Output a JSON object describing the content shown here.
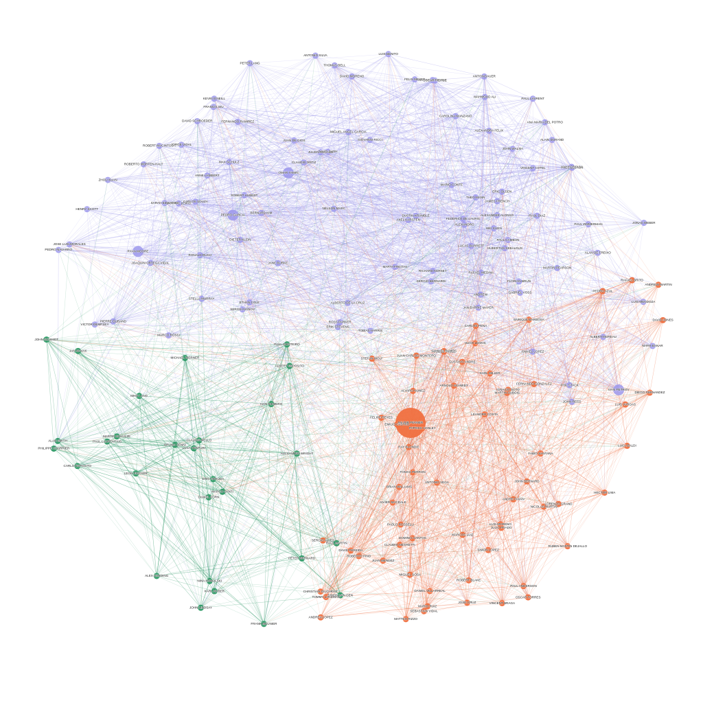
{
  "graph": {
    "colors": {
      "purple": "#9c98ec",
      "orange": "#f07040",
      "green": "#2e9a66",
      "background": "#ffffff"
    },
    "nodes": [
      {
        "label": "FEDERICO DE LAURIS",
        "group": "purple",
        "weight": 1
      },
      {
        "label": "PAUL LAVRENT",
        "group": "purple",
        "weight": 1
      },
      {
        "label": "VINCENT COTEL",
        "group": "purple",
        "weight": 1
      },
      {
        "label": "ZHOU XUAN",
        "group": "purple",
        "weight": 1
      },
      {
        "label": "ANA MOSCUNI",
        "group": "purple",
        "weight": 1
      },
      {
        "label": "HUBERTUS SEBALDUS",
        "group": "purple",
        "weight": 1
      },
      {
        "label": "ANDREW",
        "group": "purple",
        "weight": 1
      },
      {
        "label": "DUSTIN KRAMBLE",
        "group": "purple",
        "weight": 1
      },
      {
        "label": "ROBERTO MORTEN-HALT",
        "group": "purple",
        "weight": 1
      },
      {
        "label": "LUIS MENDOZA",
        "group": "purple",
        "weight": 1
      },
      {
        "label": "JOAQUIN ORTEGA VIDAL",
        "group": "purple",
        "weight": 1
      },
      {
        "label": "PAUL CAMBON",
        "group": "purple",
        "weight": 1
      },
      {
        "label": "ROBERT HUBERT",
        "group": "purple",
        "weight": 1
      },
      {
        "label": "MARK BANAR",
        "group": "purple",
        "weight": 1
      },
      {
        "label": "DAVID BUSH",
        "group": "purple",
        "weight": 1
      },
      {
        "label": "JAN BARRIE MAYER",
        "group": "purple",
        "weight": 1
      },
      {
        "label": "RONALD RUSH",
        "group": "purple",
        "weight": 1
      },
      {
        "label": "JUAN DE DIOS",
        "group": "purple",
        "weight": 1
      },
      {
        "label": "PHIL STACK",
        "group": "purple",
        "weight": 1
      },
      {
        "label": "RAFAEL MEDINA",
        "group": "purple",
        "weight": 1
      },
      {
        "label": "THOMAS BELL",
        "group": "purple",
        "weight": 1
      },
      {
        "label": "GABRIEL VOSS",
        "group": "purple",
        "weight": 1
      },
      {
        "label": "MANOEL STIRLING",
        "group": "purple",
        "weight": 1
      },
      {
        "label": "SERGIO BERNARDI",
        "group": "purple",
        "weight": 1
      },
      {
        "label": "MARTA FREITAS",
        "group": "purple",
        "weight": 1
      },
      {
        "label": "ALEXANDER ALONSO",
        "group": "purple",
        "weight": 1
      },
      {
        "label": "LUCAS BARRETT",
        "group": "purple",
        "weight": 1
      },
      {
        "label": "CLAUDIO ORTIZ",
        "group": "purple",
        "weight": 1
      },
      {
        "label": "ANTONIO SILVA",
        "group": "purple",
        "weight": 1
      },
      {
        "label": "ALBERTO DE LA CRUZ",
        "group": "purple",
        "weight": 1
      },
      {
        "label": "JANE BURKE",
        "group": "purple",
        "weight": 1
      },
      {
        "label": "TOBIAS HARRIS",
        "group": "purple",
        "weight": 1
      },
      {
        "label": "BERNARD KIM",
        "group": "purple",
        "weight": 1
      },
      {
        "label": "NELSON MARC",
        "group": "purple",
        "weight": 1
      },
      {
        "label": "MARTIN PEARSON",
        "group": "purple",
        "weight": 1
      },
      {
        "label": "OSCAR PIERCE",
        "group": "purple",
        "weight": 1
      },
      {
        "label": "ALEXANDRA FELIX",
        "group": "purple",
        "weight": 1
      },
      {
        "label": "PIERRE DURAND",
        "group": "purple",
        "weight": 1
      },
      {
        "label": "MIGUEL ANGEL GARCIA",
        "group": "purple",
        "weight": 1
      },
      {
        "label": "ALEXANDRO",
        "group": "purple",
        "weight": 1
      },
      {
        "label": "LUIS BENITO",
        "group": "purple",
        "weight": 1
      },
      {
        "label": "DOMINIC LEWIS",
        "group": "purple",
        "weight": 1
      },
      {
        "label": "ALBERT MOREAU",
        "group": "purple",
        "weight": 1
      },
      {
        "label": "VICTOR DEMPSEY",
        "group": "purple",
        "weight": 1
      },
      {
        "label": "THEO MANN",
        "group": "purple",
        "weight": 1
      },
      {
        "label": "ALAN DE FREIXO",
        "group": "purple",
        "weight": 1
      },
      {
        "label": "DAVID SCHROEDER",
        "group": "purple",
        "weight": 1
      },
      {
        "label": "JOHN REED",
        "group": "purple",
        "weight": 1
      },
      {
        "label": "SARAH EDWARDS",
        "group": "purple",
        "weight": 1
      },
      {
        "label": "ALAIN DURAND",
        "group": "purple",
        "weight": 1
      },
      {
        "label": "CAROLINA MANZANO",
        "group": "purple",
        "weight": 1
      },
      {
        "label": "PEDRO NAVARRO",
        "group": "purple",
        "weight": 1
      },
      {
        "label": "STELLA MURRAY",
        "group": "purple",
        "weight": 1
      },
      {
        "label": "DAVID MORENO",
        "group": "purple",
        "weight": 1
      },
      {
        "label": "KEVIN O'NEILL",
        "group": "purple",
        "weight": 1
      },
      {
        "label": "ROBERT MACINTOSH",
        "group": "purple",
        "weight": 1
      },
      {
        "label": "JULIEN RENAUD",
        "group": "purple",
        "weight": 1
      },
      {
        "label": "MARCO ROSSI",
        "group": "purple",
        "weight": 1
      },
      {
        "label": "YVES LEBRUN",
        "group": "purple",
        "weight": 1
      },
      {
        "label": "JONAS WEBER",
        "group": "purple",
        "weight": 1
      },
      {
        "label": "MAHMOUD ALI",
        "group": "purple",
        "weight": 1
      },
      {
        "label": "ERIK STEVENS",
        "group": "purple",
        "weight": 1
      },
      {
        "label": "ANNE LAMBERT",
        "group": "purple",
        "weight": 1
      },
      {
        "label": "JOHN WALSH",
        "group": "purple",
        "weight": 1
      },
      {
        "label": "ERIC OLSEN",
        "group": "purple",
        "weight": 1
      },
      {
        "label": "ANA MARIA DEL POTRO",
        "group": "purple",
        "weight": 1
      },
      {
        "label": "RICHARD KERSEY",
        "group": "purple",
        "weight": 1
      },
      {
        "label": "AXEL KARSTEN",
        "group": "purple",
        "weight": 1
      },
      {
        "label": "JAMES FRENCH",
        "group": "purple",
        "weight": 1
      },
      {
        "label": "FERNANDO RAMIREZ",
        "group": "purple",
        "weight": 1
      },
      {
        "label": "OMAR YAMIN",
        "group": "purple",
        "weight": 2
      },
      {
        "label": "PEDRO GARCIA",
        "group": "purple",
        "weight": 2
      },
      {
        "label": "RYAN MOORE",
        "group": "purple",
        "weight": 2
      },
      {
        "label": "IVAN PETROV",
        "group": "purple",
        "weight": 2
      },
      {
        "label": "FELIX MEYER",
        "group": "purple",
        "weight": 1
      },
      {
        "label": "FLORIAN BRUN",
        "group": "purple",
        "weight": 1
      },
      {
        "label": "GIOVANNI RICCI",
        "group": "purple",
        "weight": 1
      },
      {
        "label": "HENRY SCOTT",
        "group": "purple",
        "weight": 1
      },
      {
        "label": "ROSS PARKER",
        "group": "purple",
        "weight": 1
      },
      {
        "label": "MARIO CONTE",
        "group": "purple",
        "weight": 1
      },
      {
        "label": "SERGEI IVANOV",
        "group": "purple",
        "weight": 1
      },
      {
        "label": "ETHAN COLE",
        "group": "purple",
        "weight": 1
      },
      {
        "label": "PAUL ZIMMERMAN",
        "group": "purple",
        "weight": 1
      },
      {
        "label": "WEI CHEN",
        "group": "purple",
        "weight": 1
      },
      {
        "label": "CARLOS SOUZA",
        "group": "purple",
        "weight": 1
      },
      {
        "label": "ISMAEL LOPEZ",
        "group": "purple",
        "weight": 1
      },
      {
        "label": "JOSE LUIS MORALES",
        "group": "purple",
        "weight": 1
      },
      {
        "label": "PETER LANG",
        "group": "purple",
        "weight": 1
      },
      {
        "label": "DIETER KLEIN",
        "group": "purple",
        "weight": 1
      },
      {
        "label": "ANTON BAUER",
        "group": "purple",
        "weight": 1
      },
      {
        "label": "JORGE VIDAL",
        "group": "purple",
        "weight": 1
      },
      {
        "label": "FRANCIS WU",
        "group": "purple",
        "weight": 1
      },
      {
        "label": "MAX SCHULZ",
        "group": "purple",
        "weight": 1
      },
      {
        "label": "RAUL DIAZ",
        "group": "purple",
        "weight": 1
      },
      {
        "label": "PAUL LAURENTIUS",
        "group": "green",
        "weight": 1
      },
      {
        "label": "ALEXANDER WRIGHT",
        "group": "green",
        "weight": 1
      },
      {
        "label": "ALBERT ESPOSITO",
        "group": "green",
        "weight": 1
      },
      {
        "label": "PETER BERNARD",
        "group": "green",
        "weight": 1
      },
      {
        "label": "ERIC ARRUDA",
        "group": "green",
        "weight": 1
      },
      {
        "label": "MARTIN SCHULZE",
        "group": "green",
        "weight": 1
      },
      {
        "label": "LUCA VENTURI",
        "group": "green",
        "weight": 1
      },
      {
        "label": "DANIEL KORN",
        "group": "green",
        "weight": 1
      },
      {
        "label": "CLAUDIA MELLO",
        "group": "green",
        "weight": 1
      },
      {
        "label": "JOHN SCHMIDT",
        "group": "green",
        "weight": 1
      },
      {
        "label": "BRUNO ZENNI",
        "group": "green",
        "weight": 1
      },
      {
        "label": "MICHAEL WERNER",
        "group": "green",
        "weight": 1
      },
      {
        "label": "RAUL MARTIN",
        "group": "green",
        "weight": 1
      },
      {
        "label": "ALEX HARDING",
        "group": "green",
        "weight": 1
      },
      {
        "label": "PAUL MONTEIRO",
        "group": "green",
        "weight": 1
      },
      {
        "label": "MARCO SANTI",
        "group": "green",
        "weight": 1
      },
      {
        "label": "FRANK MEUNIER",
        "group": "green",
        "weight": 1
      },
      {
        "label": "JOHN LINDSAY",
        "group": "green",
        "weight": 1
      },
      {
        "label": "PHILIPPE CHARRIER",
        "group": "green",
        "weight": 1
      },
      {
        "label": "MIKE LANG",
        "group": "green",
        "weight": 1
      },
      {
        "label": "CARLO ESPOSITO",
        "group": "green",
        "weight": 1
      },
      {
        "label": "NINA KOWALSKI",
        "group": "green",
        "weight": 1
      },
      {
        "label": "LEON FISCHER",
        "group": "green",
        "weight": 1
      },
      {
        "label": "IVAN ROMERO",
        "group": "green",
        "weight": 1
      },
      {
        "label": "JAN NOVAK",
        "group": "green",
        "weight": 1
      },
      {
        "label": "SIMON VAN DEN",
        "group": "green",
        "weight": 1
      },
      {
        "label": "KARL HUBER",
        "group": "green",
        "weight": 1
      },
      {
        "label": "ALAN SMITH",
        "group": "green",
        "weight": 1
      },
      {
        "label": "MAJOR PENNER",
        "group": "orange",
        "weight": 4
      },
      {
        "label": "RUBEN MARTIN DEJALLO",
        "group": "orange",
        "weight": 1
      },
      {
        "label": "GUSTAVO ANDRE",
        "group": "orange",
        "weight": 1
      },
      {
        "label": "DIEGO FERNANDEZ",
        "group": "orange",
        "weight": 1
      },
      {
        "label": "JAVIER MACDALE",
        "group": "orange",
        "weight": 1
      },
      {
        "label": "LUCA BALDI",
        "group": "orange",
        "weight": 1
      },
      {
        "label": "DANIEL VILLARREAL",
        "group": "orange",
        "weight": 1
      },
      {
        "label": "TOMAS PERRON",
        "group": "orange",
        "weight": 1
      },
      {
        "label": "MATTEO RIZZO",
        "group": "orange",
        "weight": 1
      },
      {
        "label": "BRIAN WILLIAMS",
        "group": "orange",
        "weight": 1
      },
      {
        "label": "NICOLE ANGEL",
        "group": "orange",
        "weight": 1
      },
      {
        "label": "FERNANDO GONZALEZ",
        "group": "orange",
        "weight": 1
      },
      {
        "label": "JOHN BERNARD",
        "group": "orange",
        "weight": 1
      },
      {
        "label": "ENRIQUE BARBOSA",
        "group": "orange",
        "weight": 1
      },
      {
        "label": "PAUL ANDERSON",
        "group": "orange",
        "weight": 1
      },
      {
        "label": "JUAN CARLOS MONTERO",
        "group": "orange",
        "weight": 1
      },
      {
        "label": "LUIS VARGAS",
        "group": "orange",
        "weight": 1
      },
      {
        "label": "NICOLAS MARTIN",
        "group": "orange",
        "weight": 1
      },
      {
        "label": "PATRICK HANLEY",
        "group": "orange",
        "weight": 1
      },
      {
        "label": "CLAUDIO NEGRETTI",
        "group": "orange",
        "weight": 1
      },
      {
        "label": "SIMON LOPEZ",
        "group": "orange",
        "weight": 1
      },
      {
        "label": "ARNOLD SCHMIDT",
        "group": "orange",
        "weight": 1
      },
      {
        "label": "LUIS MORENO",
        "group": "orange",
        "weight": 1
      },
      {
        "label": "DOMINIC SANTOS",
        "group": "orange",
        "weight": 1
      },
      {
        "label": "ANDREW MARTIN",
        "group": "orange",
        "weight": 1
      },
      {
        "label": "SEBASTIAN VIDAL",
        "group": "orange",
        "weight": 1
      },
      {
        "label": "KARL MILLER",
        "group": "orange",
        "weight": 1
      },
      {
        "label": "VINCENT BRAGA",
        "group": "orange",
        "weight": 1
      },
      {
        "label": "FABIO SANTANA",
        "group": "orange",
        "weight": 1
      },
      {
        "label": "TOMMY LANDMAN",
        "group": "orange",
        "weight": 1
      },
      {
        "label": "LORENZO GRAND",
        "group": "orange",
        "weight": 1
      },
      {
        "label": "ANDRE PAVAN",
        "group": "orange",
        "weight": 1
      },
      {
        "label": "ROBERT BLAKE",
        "group": "orange",
        "weight": 1
      },
      {
        "label": "MARTIN DUBOIS",
        "group": "orange",
        "weight": 1
      },
      {
        "label": "CARLOS PENA",
        "group": "orange",
        "weight": 1
      },
      {
        "label": "JUAN MENDEZ",
        "group": "orange",
        "weight": 1
      },
      {
        "label": "STEFAN WOLF",
        "group": "orange",
        "weight": 1
      },
      {
        "label": "DAVID JONES",
        "group": "orange",
        "weight": 1
      },
      {
        "label": "MIGUEL SOSA",
        "group": "orange",
        "weight": 1
      },
      {
        "label": "ANDREA LOPEZ",
        "group": "orange",
        "weight": 1
      },
      {
        "label": "JOSE CRUZ",
        "group": "orange",
        "weight": 1
      },
      {
        "label": "CHRISTIAN GILCHRIST",
        "group": "orange",
        "weight": 1
      },
      {
        "label": "RAY BLONDIE",
        "group": "orange",
        "weight": 1
      },
      {
        "label": "PAOLO ROSSELLI",
        "group": "orange",
        "weight": 1
      },
      {
        "label": "MARCOS LUIZ",
        "group": "orange",
        "weight": 1
      },
      {
        "label": "ROBERTO PINO",
        "group": "orange",
        "weight": 1
      },
      {
        "label": "PEDRO AZUL",
        "group": "orange",
        "weight": 1
      },
      {
        "label": "HUGO LEMOS",
        "group": "orange",
        "weight": 1
      },
      {
        "label": "SERGIO ALVES",
        "group": "orange",
        "weight": 1
      },
      {
        "label": "ALVARO NUNEZ",
        "group": "orange",
        "weight": 1
      },
      {
        "label": "DAVID PEREIRA",
        "group": "orange",
        "weight": 1
      },
      {
        "label": "OSCAR TORRES",
        "group": "orange",
        "weight": 1
      },
      {
        "label": "MARIO RUIZ",
        "group": "orange",
        "weight": 1
      },
      {
        "label": "LEANDRO COSTA",
        "group": "orange",
        "weight": 1
      },
      {
        "label": "FELIPE REYES",
        "group": "orange",
        "weight": 1
      },
      {
        "label": "RAFAEL BRITO",
        "group": "orange",
        "weight": 1
      },
      {
        "label": "HECTOR LIMA",
        "group": "orange",
        "weight": 1
      },
      {
        "label": "ANTONIO VEGA",
        "group": "orange",
        "weight": 1
      },
      {
        "label": "SAMUEL RAMOS",
        "group": "orange",
        "weight": 1
      },
      {
        "label": "JULIO PRADO",
        "group": "orange",
        "weight": 1
      },
      {
        "label": "EMILIO CASTRO",
        "group": "orange",
        "weight": 1
      },
      {
        "label": "IGNACIO SOTO",
        "group": "orange",
        "weight": 1
      }
    ]
  }
}
